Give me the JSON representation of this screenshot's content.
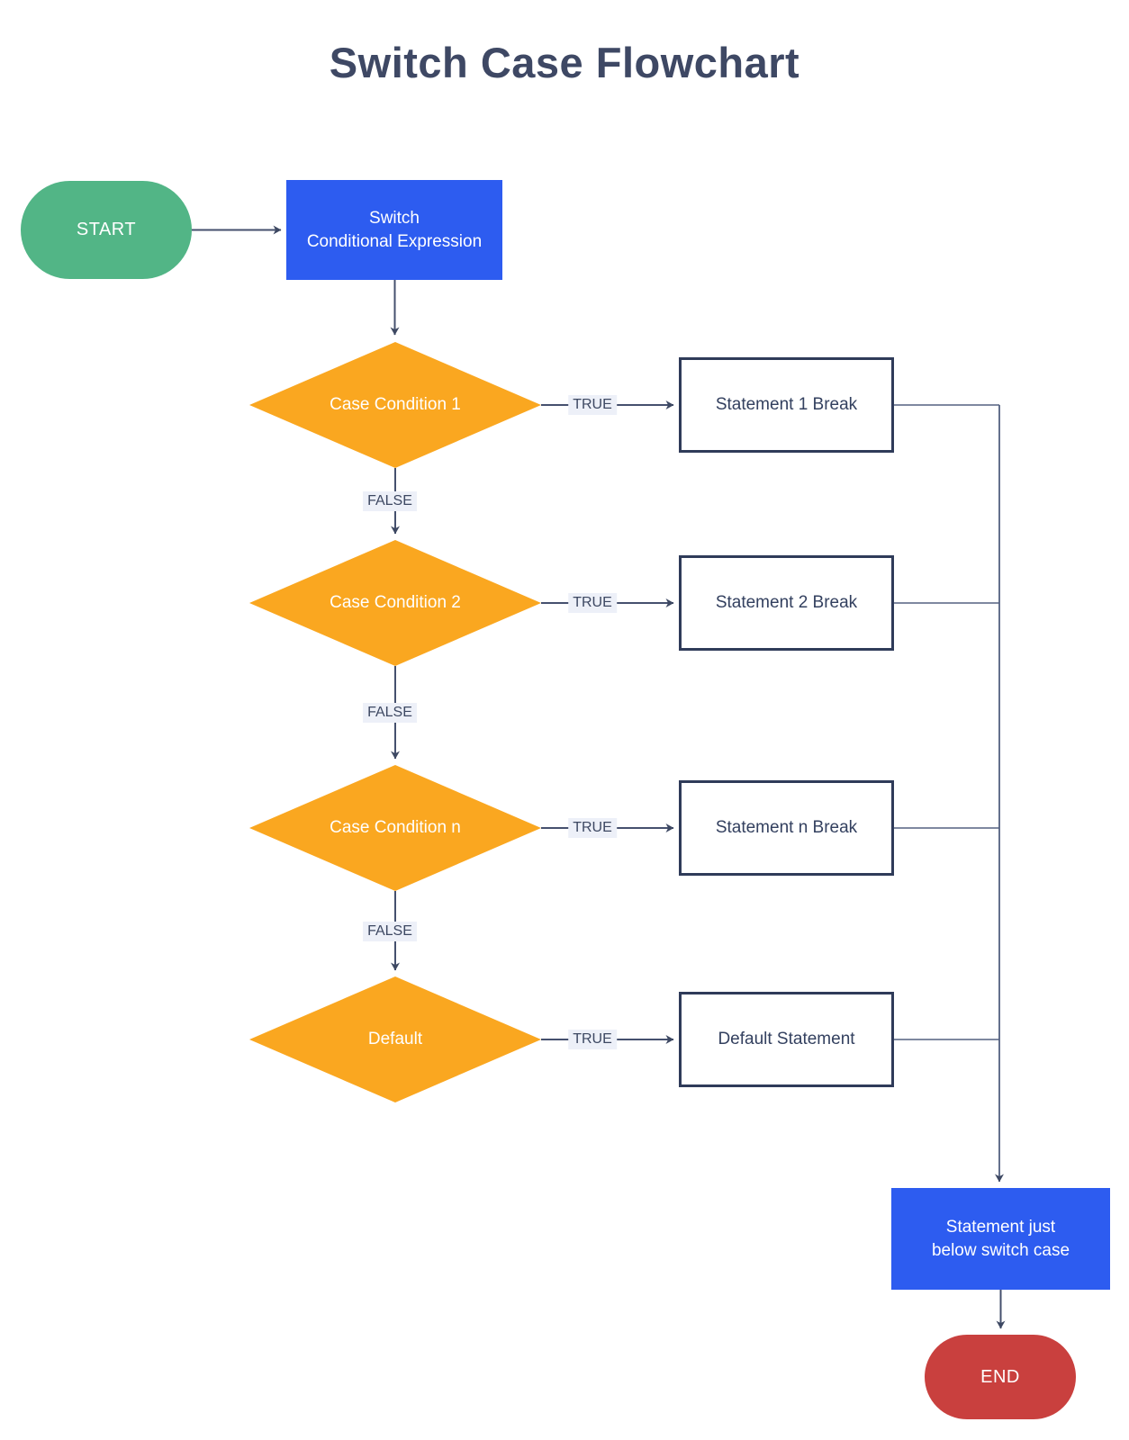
{
  "title": "Switch Case Flowchart",
  "colors": {
    "start_fill": "#52b586",
    "process_fill": "#2d5cf0",
    "decision_fill": "#faa720",
    "end_fill": "#c9403e",
    "connector": "#45506e",
    "statement_border": "#2f3b59",
    "statement_text": "#33405f",
    "branch_label_bg": "#edf0f8",
    "title_color": "#3e4864"
  },
  "nodes": {
    "start": {
      "label": "START"
    },
    "switch": {
      "line1": "Switch",
      "line2": "Conditional Expression"
    },
    "below_switch": {
      "line1": "Statement just",
      "line2": "below switch case"
    },
    "end": {
      "label": "END"
    }
  },
  "decisions": [
    {
      "condition": "Case Condition 1",
      "statement": "Statement 1 Break",
      "true_label": "TRUE",
      "false_label": "FALSE"
    },
    {
      "condition": "Case Condition 2",
      "statement": "Statement 2 Break",
      "true_label": "TRUE",
      "false_label": "FALSE"
    },
    {
      "condition": "Case Condition n",
      "statement": "Statement n Break",
      "true_label": "TRUE",
      "false_label": "FALSE"
    },
    {
      "condition": "Default",
      "statement": "Default Statement",
      "true_label": "TRUE"
    }
  ]
}
